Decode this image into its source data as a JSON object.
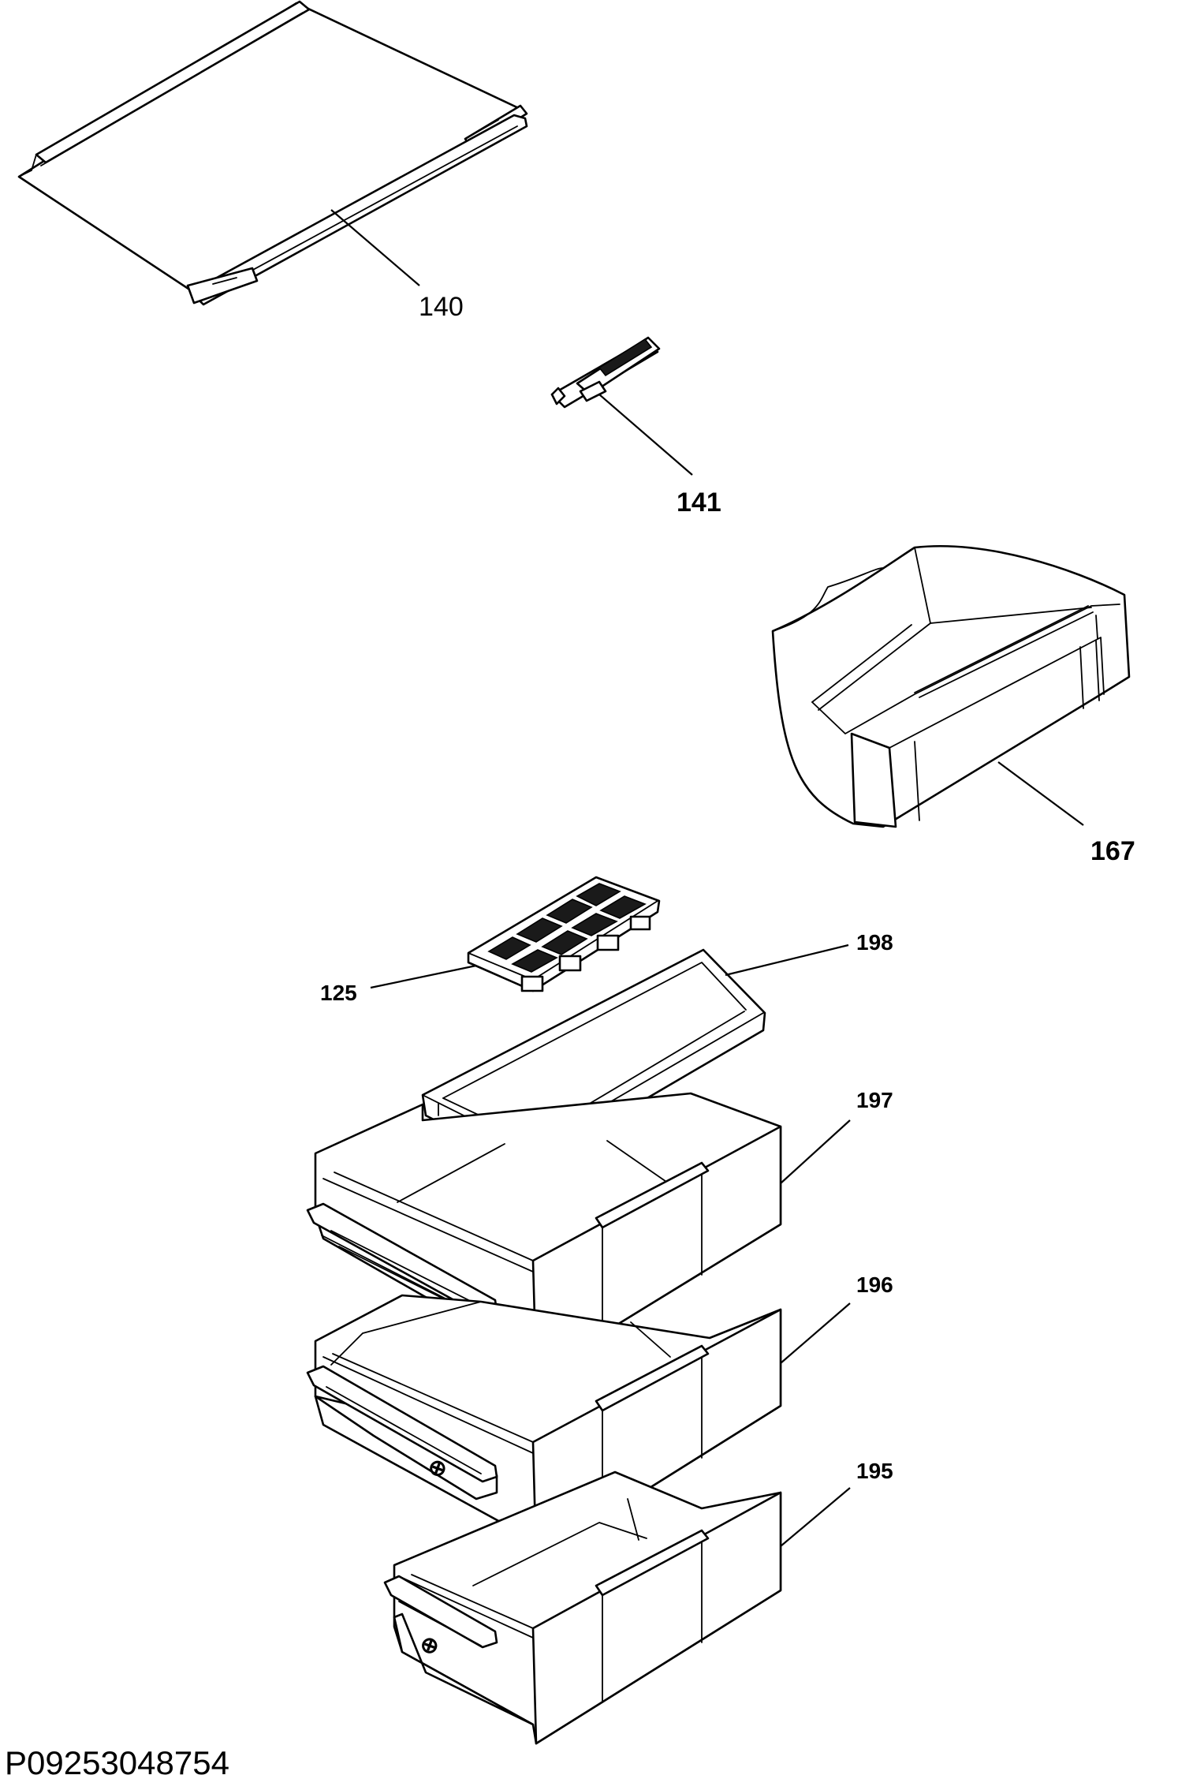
{
  "diagram": {
    "drawing_code": "P09253048754",
    "callouts": {
      "shelf": "140",
      "shelf_clip": "141",
      "door_bin": "167",
      "ice_tray": "125",
      "tray": "198",
      "drawer_top": "197",
      "drawer_middle": "196",
      "drawer_bottom": "195"
    }
  }
}
